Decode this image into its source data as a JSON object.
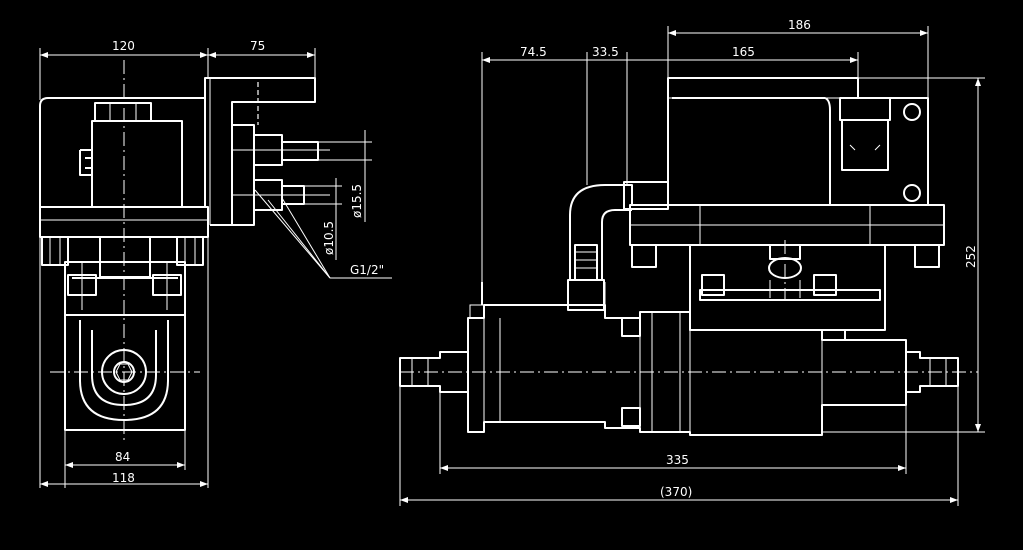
{
  "colors": {
    "background": "#000000",
    "line": "#ffffff"
  },
  "dimensions": {
    "side_width_top": "120",
    "side_bracket": "75",
    "side_84": "84",
    "side_118": "118",
    "phi_10_5": "ø10.5",
    "phi_15_5": "ø15.5",
    "thread": "G1/2\"",
    "front_74_5": "74.5",
    "front_33_5": "33.5",
    "front_165": "165",
    "front_186": "186",
    "front_335": "335",
    "front_370": "(370)",
    "front_252": "252"
  }
}
